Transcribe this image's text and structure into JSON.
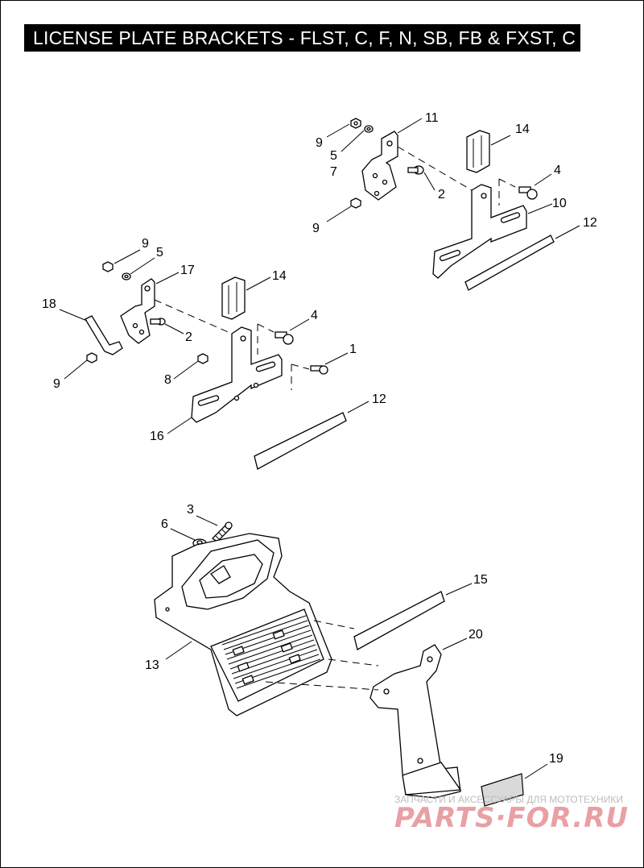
{
  "title": "LICENSE PLATE BRACKETS - FLST, C, F, N, SB, FB & FXST, C",
  "labels": {
    "c1": {
      "n9a": "9",
      "n5a": "5",
      "n7": "7",
      "n11": "11",
      "n14": "14",
      "n2": "2",
      "n4": "4",
      "n9b": "9",
      "n10": "10",
      "n12": "12"
    },
    "c2": {
      "n9a": "9",
      "n5": "5",
      "n17": "17",
      "n14": "14",
      "n18": "18",
      "n2": "2",
      "n4": "4",
      "n1": "1",
      "n9b": "9",
      "n8": "8",
      "n16": "16",
      "n12": "12"
    },
    "c3": {
      "n3": "3",
      "n6": "6",
      "n15": "15",
      "n13": "13",
      "n20": "20",
      "n19": "19"
    }
  },
  "watermark": {
    "caption": "ЗАПЧАСТИ И АКСЕССУАРЫ ДЛЯ МОТОТЕХНИКИ",
    "brand": "PARTS-FOR.RU"
  }
}
